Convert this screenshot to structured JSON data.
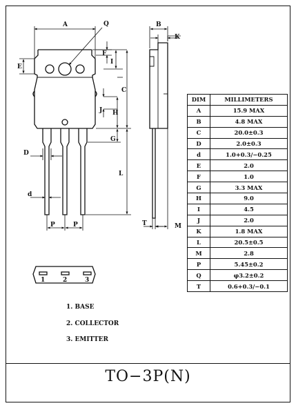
{
  "package_name": "TO−3P(N)",
  "dim_labels": {
    "A": "A",
    "B": "B",
    "C": "C",
    "D": "D",
    "d": "d",
    "E": "E",
    "F": "F",
    "G": "G",
    "H": "H",
    "I": "I",
    "J": "J",
    "K": "K",
    "L": "L",
    "M": "M",
    "P": "P",
    "Q": "Q",
    "T": "T"
  },
  "pin_numbers": [
    "1",
    "2",
    "3"
  ],
  "pin_list": [
    "1. BASE",
    "2. COLLECTOR",
    "3. EMITTER"
  ],
  "table": {
    "headers": [
      "DIM",
      "MILLIMETERS"
    ],
    "rows": [
      [
        "A",
        "15.9  MAX"
      ],
      [
        "B",
        "4.8  MAX"
      ],
      [
        "C",
        "20.0±0.3"
      ],
      [
        "D",
        "2.0±0.3"
      ],
      [
        "d",
        "1.0+0.3/−0.25"
      ],
      [
        "E",
        "2.0"
      ],
      [
        "F",
        "1.0"
      ],
      [
        "G",
        "3.3  MAX"
      ],
      [
        "H",
        "9.0"
      ],
      [
        "I",
        "4.5"
      ],
      [
        "J",
        "2.0"
      ],
      [
        "K",
        "1.8  MAX"
      ],
      [
        "L",
        "20.5±0.5"
      ],
      [
        "M",
        "2.8"
      ],
      [
        "P",
        "5.45±0.2"
      ],
      [
        "Q",
        "φ3.2±0.2"
      ],
      [
        "T",
        "0.6+0.3/−0.1"
      ]
    ]
  }
}
